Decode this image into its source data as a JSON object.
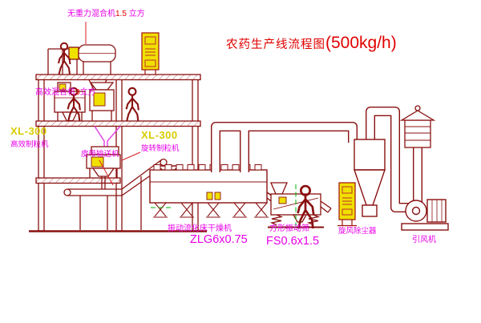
{
  "title": {
    "name": "农药生产线流程图",
    "capacity": "(500kg/h)"
  },
  "labels": {
    "top_mixer": {
      "name": "无重力混合机",
      "value": "1.5",
      "unit": " 立方"
    },
    "mid_mixer": {
      "name": "高效混合机",
      "value": "3",
      "unit": "立方"
    },
    "left_granulator": {
      "model": "XL-300",
      "name": "高效制粒机"
    },
    "mid_granulator": {
      "model": "XL-300",
      "name": "旋转制粒机"
    },
    "belt_conveyor": {
      "name": "皮带输送机"
    },
    "dryer": {
      "name": "振动流化床干燥机",
      "model": "ZLG6x0.75"
    },
    "sieve": {
      "name": "方形振动筛",
      "model": "FS0.6x1.5"
    },
    "cyclone": {
      "name": "旋风除尘器"
    },
    "fan": {
      "name": "引风机"
    }
  },
  "colors": {
    "line": "#8a1010",
    "label_magenta": "#e800e8",
    "label_yellow": "#d8cc00",
    "title_red": "#e00000",
    "highlight_yellow": "#f0e000",
    "centerline_green": "#00b000"
  }
}
